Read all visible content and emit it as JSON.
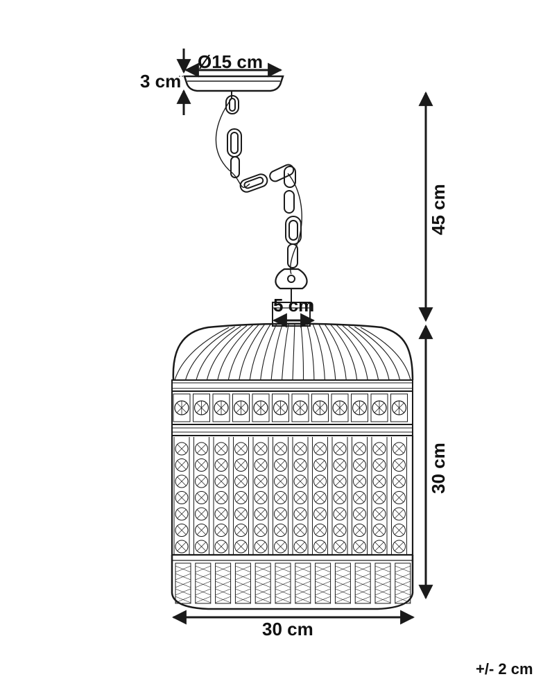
{
  "diagram": {
    "kind": "product-dimension-drawing",
    "subject": "birdcage-style pendant lamp with chain and ceiling canopy",
    "line_color": "#1a1a1a",
    "background": "#ffffff"
  },
  "dimensions": {
    "canopy_diameter": "Ø15 cm",
    "canopy_height": "3 cm",
    "chain_length": "45 cm",
    "top_fitting_width": "5 cm",
    "shade_height": "30 cm",
    "shade_width": "30 cm",
    "tolerance": "+/- 2 cm"
  }
}
